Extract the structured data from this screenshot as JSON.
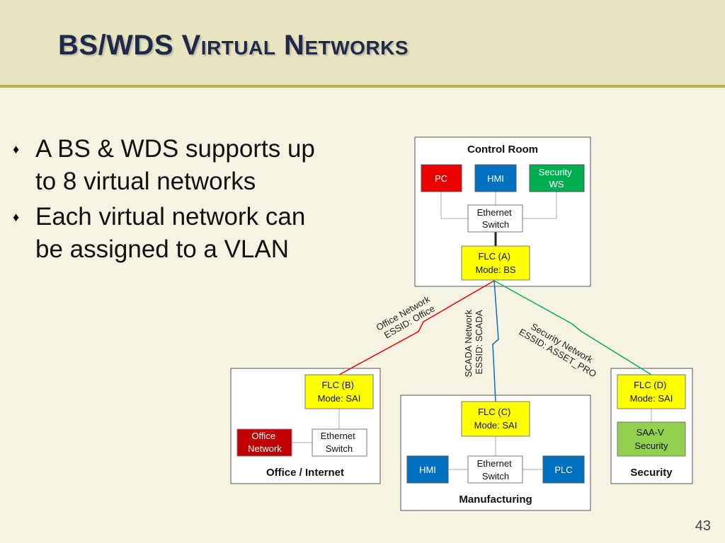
{
  "slide": {
    "title": "BS/WDS Virtual Networks",
    "page_number": "43",
    "bullets": [
      "A BS & WDS supports up to 8 virtual networks",
      "Each virtual network can be assigned to a VLAN"
    ]
  },
  "diagram": {
    "control_room": {
      "label": "Control Room",
      "pc": "PC",
      "hmi": "HMI",
      "security_ws": [
        "Security",
        "WS"
      ],
      "switch": [
        "Ethernet",
        "Switch"
      ],
      "flc": [
        "FLC (A)",
        "Mode: BS"
      ]
    },
    "office": {
      "label": "Office / Internet",
      "flc": [
        "FLC (B)",
        "Mode: SAI"
      ],
      "office_network": [
        "Office",
        "Network"
      ],
      "switch": [
        "Ethernet",
        "Switch"
      ]
    },
    "manufacturing": {
      "label": "Manufacturing",
      "flc": [
        "FLC (C)",
        "Mode: SAI"
      ],
      "hmi": "HMI",
      "switch": [
        "Ethernet",
        "Switch"
      ],
      "plc": "PLC"
    },
    "security": {
      "label": "Security",
      "flc": [
        "FLC (D)",
        "Mode: SAI"
      ],
      "saa": [
        "SAA-V",
        "Security"
      ]
    },
    "links": {
      "office": [
        "Office Network",
        "ESSID: Office"
      ],
      "scada": [
        "SCADA Network",
        "ESSID: SCADA"
      ],
      "security": [
        "Security Network",
        "ESSID: ASSET_PRO"
      ]
    },
    "colors": {
      "red": "#ee0000",
      "dark_red": "#c00000",
      "blue": "#0070c0",
      "green": "#00b050",
      "light_green": "#92d050",
      "yellow": "#ffff00"
    }
  }
}
